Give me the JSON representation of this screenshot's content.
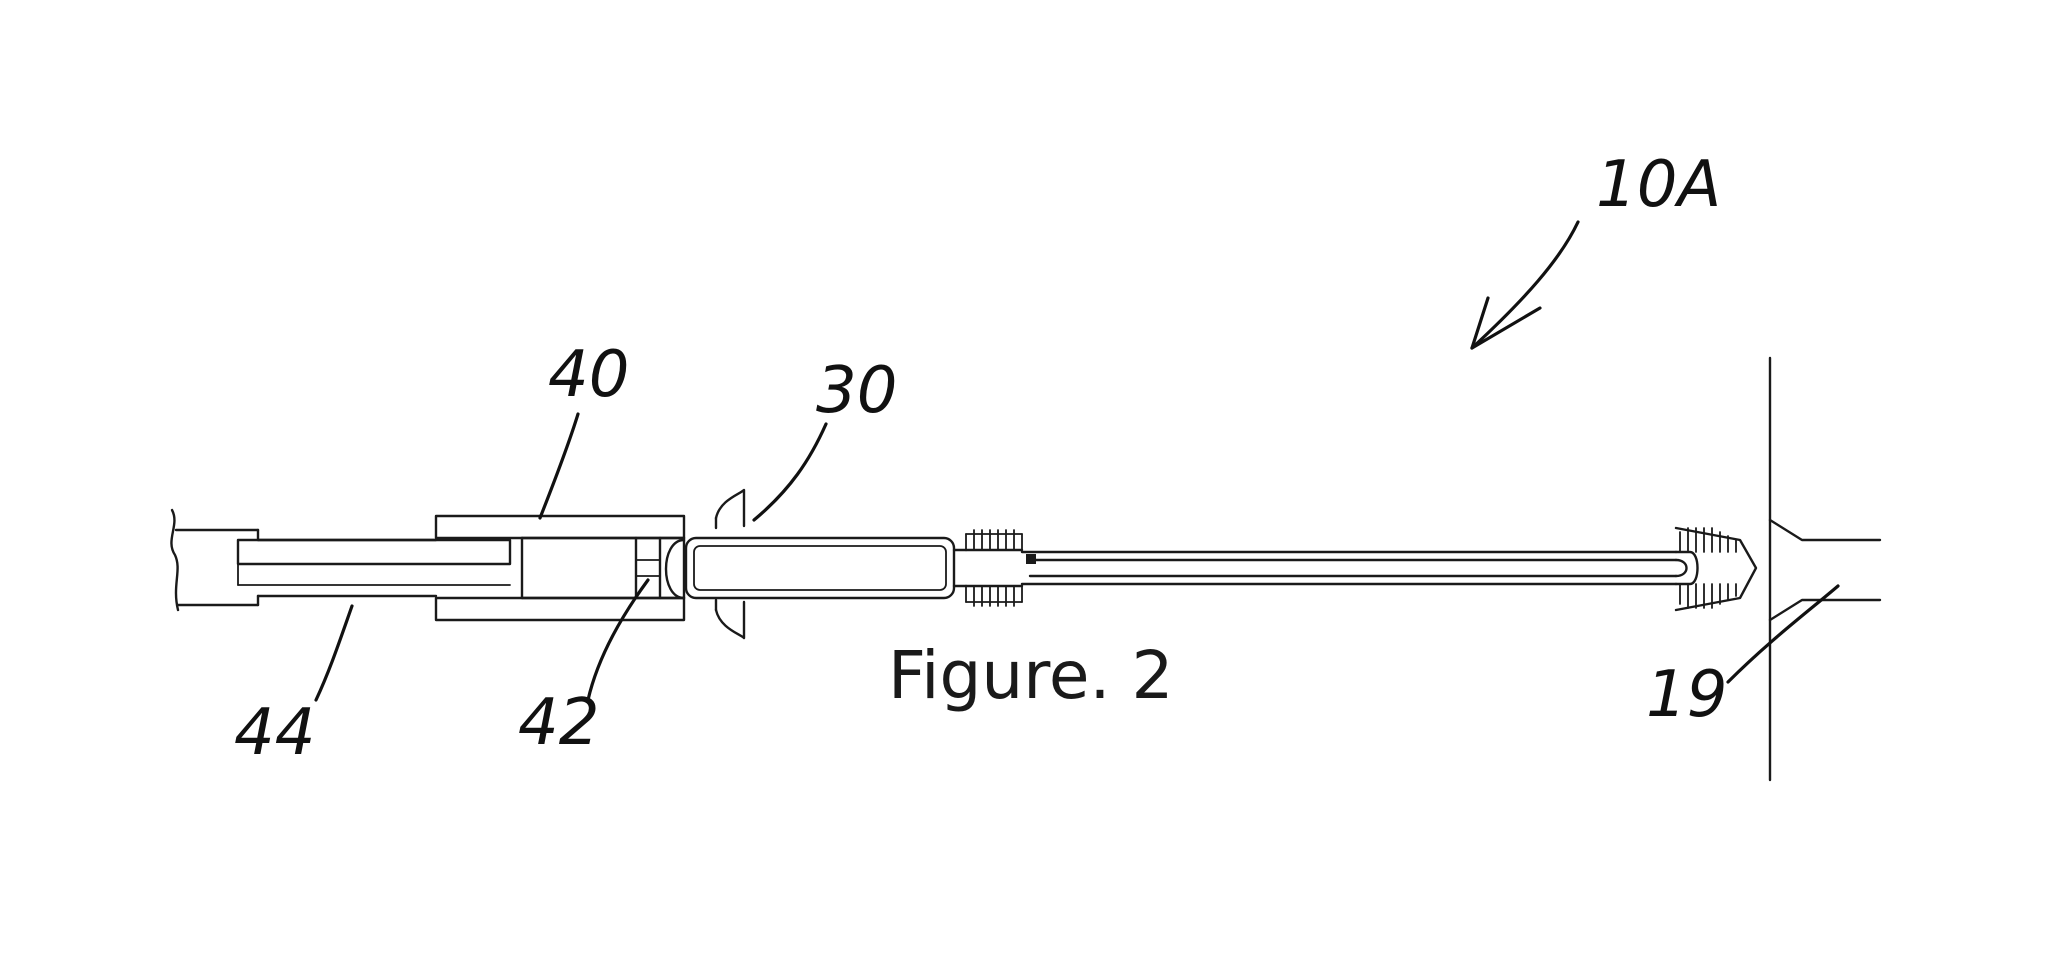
{
  "figure": {
    "caption": "Figure. 2",
    "assembly_label": "10A",
    "reference_numerals": {
      "r40": "40",
      "r30": "30",
      "r44": "44",
      "r42": "42",
      "r19": "19"
    }
  },
  "colors": {
    "ink": "#1a1a1a",
    "background": "#ffffff"
  }
}
